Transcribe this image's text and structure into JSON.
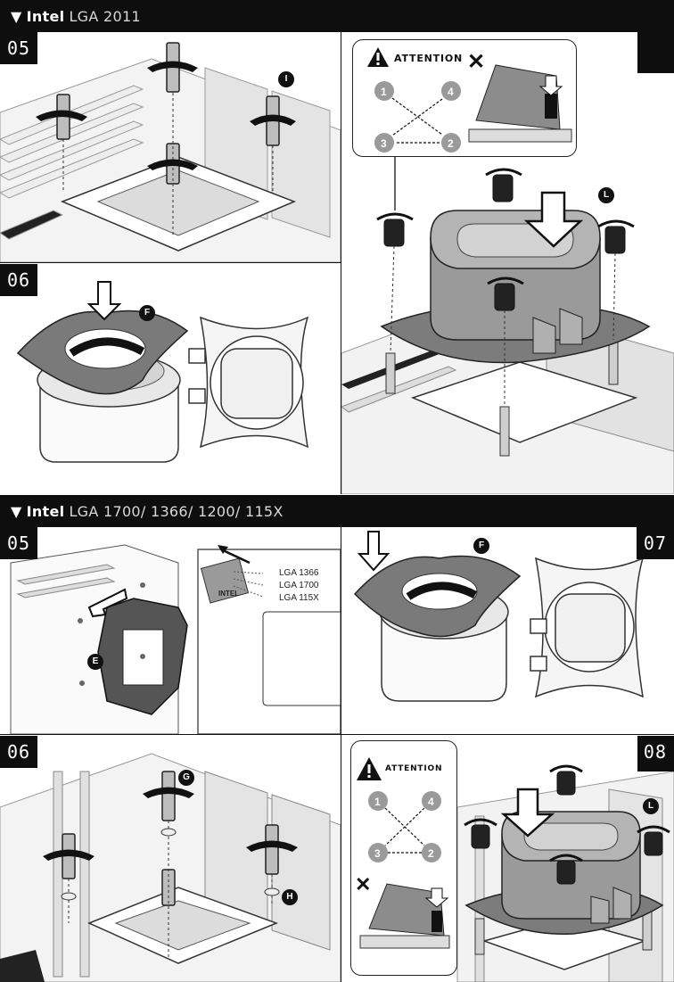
{
  "headers": {
    "top": {
      "arrow": "▼",
      "brand": "Intel",
      "model": "LGA 2011"
    },
    "middle": {
      "arrow": "▼",
      "brand": "Intel",
      "model": "LGA 1700/ 1366/ 1200/ 115X"
    }
  },
  "steps": {
    "a05": "05",
    "a06": "06",
    "b05": "05",
    "b07": "07",
    "b06": "06",
    "b08": "08"
  },
  "attention": {
    "label": "ATTENTION",
    "cross": "✕",
    "order": [
      "1",
      "4",
      "3",
      "2"
    ]
  },
  "sockets": [
    "LGA 1366",
    "LGA 1700",
    "LGA 115X"
  ],
  "chip_text": "INTEL",
  "tags": {
    "I": "I",
    "L": "L",
    "F": "F",
    "E": "E",
    "G": "G",
    "H": "H"
  }
}
